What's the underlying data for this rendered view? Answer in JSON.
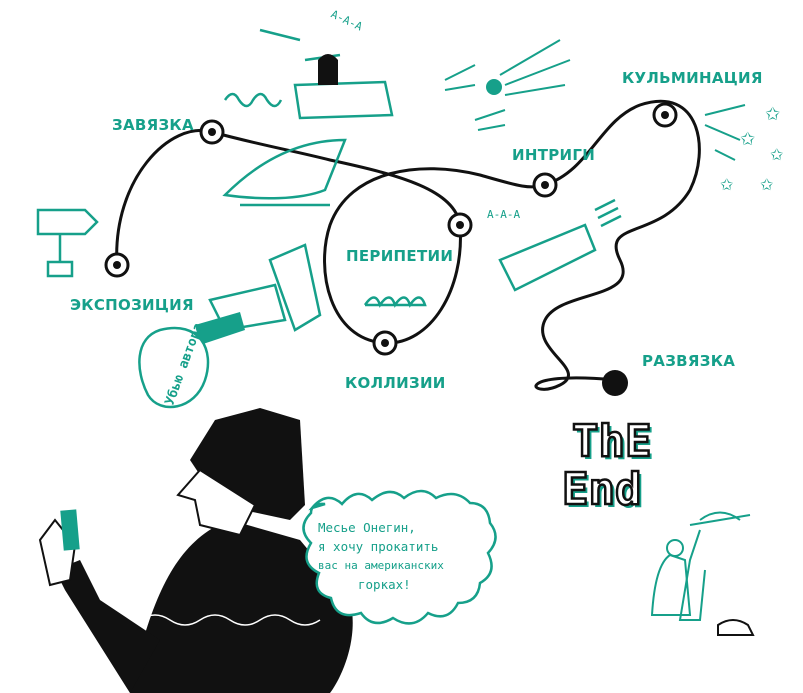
{
  "colors": {
    "accent": "#16a08a",
    "ink": "#111111"
  },
  "stages": [
    {
      "label": "ЭКСПОЗИЦИЯ"
    },
    {
      "label": "ЗАВЯЗКА"
    },
    {
      "label": "ПЕРИПЕТИИ"
    },
    {
      "label": "КОЛЛИЗИИ"
    },
    {
      "label": "ИНТРИГИ"
    },
    {
      "label": "КУЛЬМИНАЦИЯ"
    },
    {
      "label": "РАЗВЯЗКА"
    }
  ],
  "speech_bubble": {
    "lines": [
      "Месье Онегин,",
      "я хочу прокатить",
      "вас на американских",
      "горках!"
    ]
  },
  "sign_text": "Убью автора",
  "screams": [
    "А-А-А",
    "А-А-А"
  ],
  "the_end": [
    "ThE",
    "End"
  ]
}
